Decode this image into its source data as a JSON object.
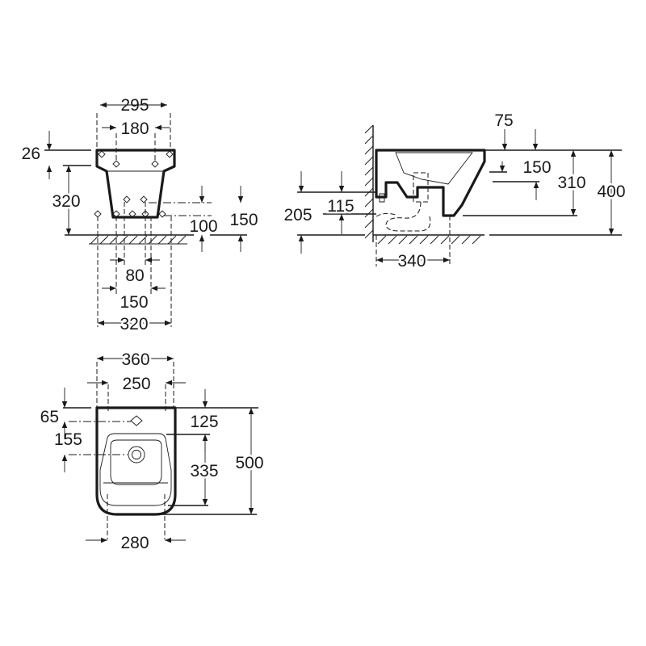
{
  "front_view": {
    "width_outer": "295",
    "width_inner": "180",
    "rim_height": "26",
    "height": "320",
    "height_lower": "100",
    "height_upper": "150",
    "bolt_spacing_small": "80",
    "bolt_spacing_large": "150",
    "base_width": "320"
  },
  "side_view": {
    "offset_top": "75",
    "rim_to_mount": "150",
    "rim_height_mid": "310",
    "total_height": "400",
    "supply_height": "205",
    "waste_height": "115",
    "projection": "340"
  },
  "top_view": {
    "width": "360",
    "width_inner": "250",
    "tap_offset": "65",
    "bowl_offset": "155",
    "depth_rim": "125",
    "bowl_depth": "335",
    "length": "500",
    "base_width": "280"
  }
}
